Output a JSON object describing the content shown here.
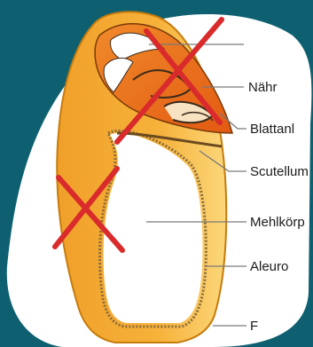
{
  "labels": {
    "naehr": "Nähr",
    "blattan": "Blattanl",
    "scutellum": "Scutellum",
    "mehlkoerper": "Mehlkörp",
    "aleuron": "Aleuro",
    "f": "F"
  },
  "colors": {
    "background": "#0e6070",
    "blob": "#ffffff",
    "grain_fill": "#f6a623",
    "grain_outline": "#c77b0c",
    "embryo": "#e8661a",
    "cross": "#d92b2b",
    "leader": "#7a7a7a"
  }
}
